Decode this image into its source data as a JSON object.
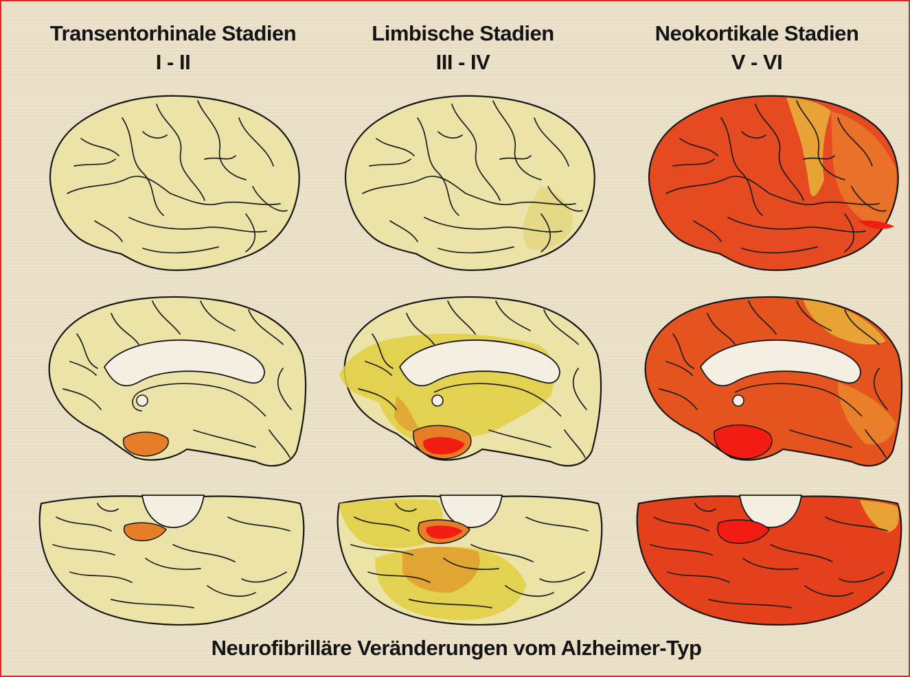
{
  "columns": [
    {
      "title": "Transentorhinale Stadien",
      "stages": "I - II"
    },
    {
      "title": "Limbische Stadien",
      "stages": "III - IV"
    },
    {
      "title": "Neokortikale Stadien",
      "stages": "V - VI"
    }
  ],
  "caption": "Neurofibrilläre Veränderungen vom Alzheimer-Typ",
  "views": [
    "lateral",
    "medial",
    "basal"
  ],
  "colors": {
    "background": "#eadfc6",
    "border": "#e8241f",
    "unaffected": "#ece3a8",
    "mild": "#e2cf3f",
    "moderate": "#e67e27",
    "severe": "#e53a1e",
    "most_severe": "#f21c12"
  },
  "icons": [
    "lateral-brain-icon",
    "medial-brain-icon",
    "basal-brain-icon"
  ]
}
